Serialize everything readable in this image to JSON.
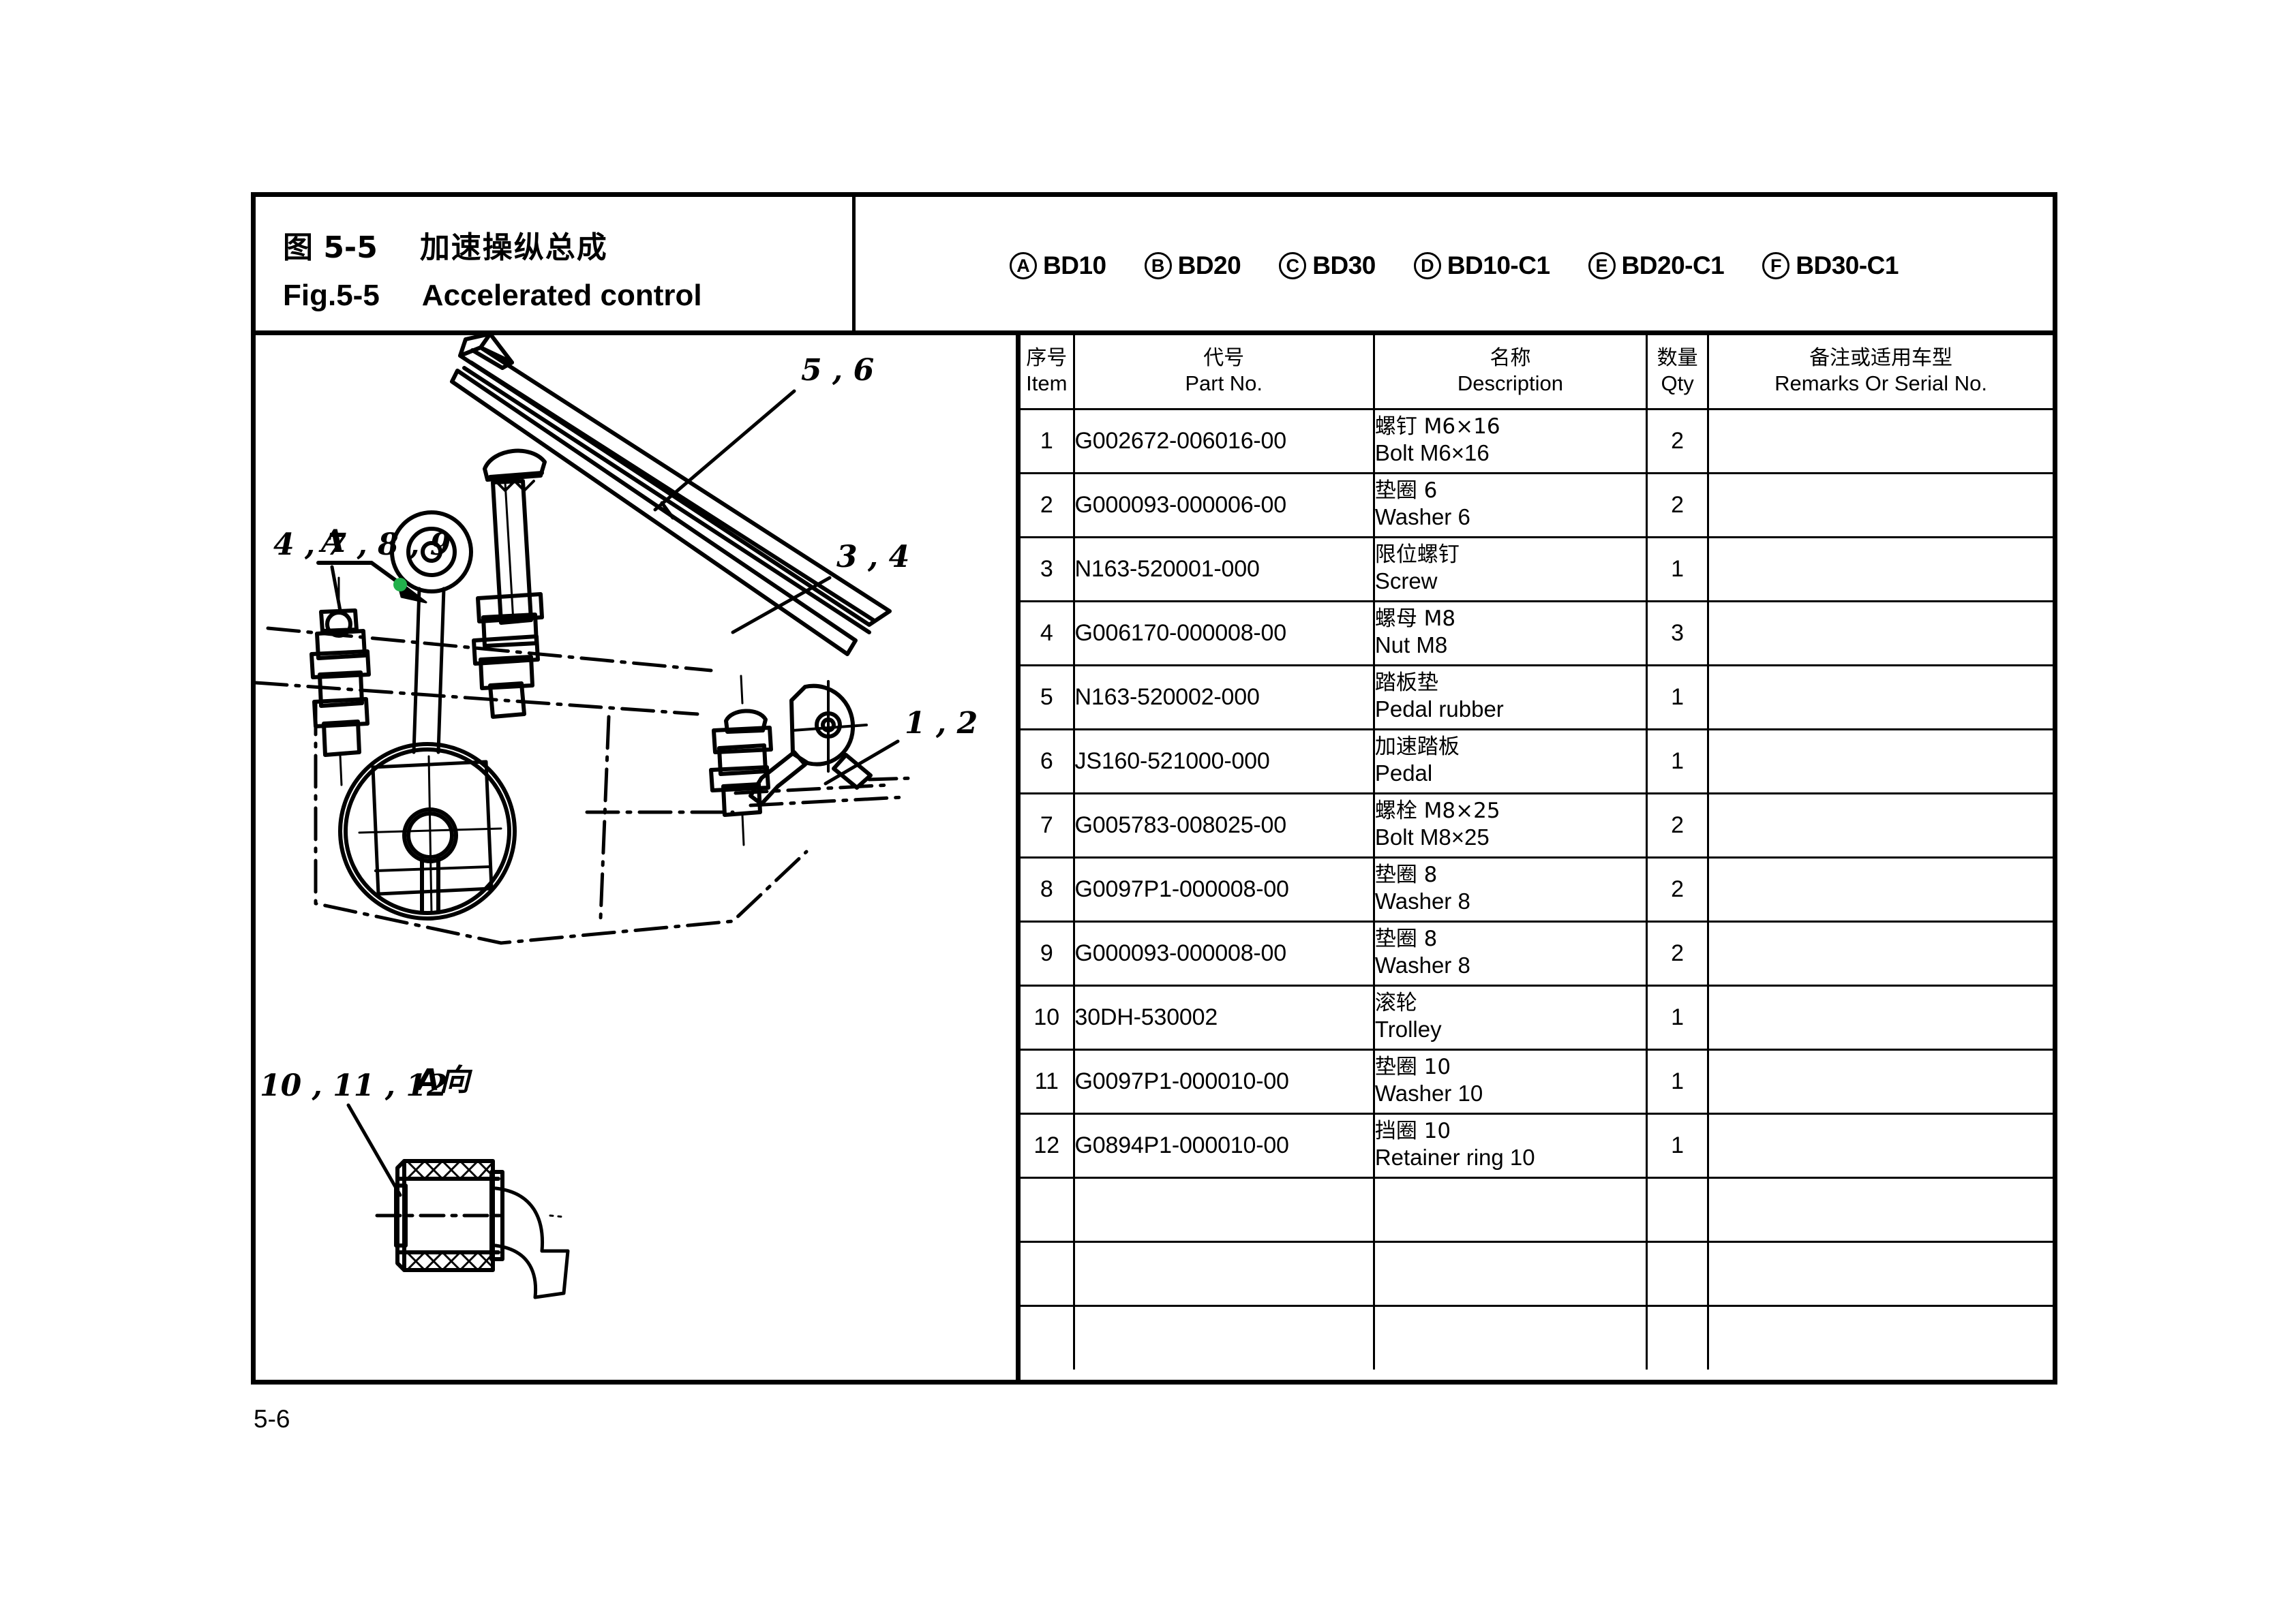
{
  "figure": {
    "cn_tag": "图 5-5",
    "cn_title": "加速操纵总成",
    "en_tag": "Fig.5-5",
    "en_title": "Accelerated control"
  },
  "models": [
    {
      "mark": "A",
      "label": "BD10"
    },
    {
      "mark": "B",
      "label": "BD20"
    },
    {
      "mark": "C",
      "label": "BD30"
    },
    {
      "mark": "D",
      "label": "BD10-C1"
    },
    {
      "mark": "E",
      "label": "BD20-C1"
    },
    {
      "mark": "F",
      "label": "BD30-C1"
    }
  ],
  "table": {
    "headers": [
      {
        "cn": "序号",
        "en": "Item"
      },
      {
        "cn": "代号",
        "en": "Part No."
      },
      {
        "cn": "名称",
        "en": "Description"
      },
      {
        "cn": "数量",
        "en": "Qty"
      },
      {
        "cn": "备注或适用车型",
        "en": "Remarks Or Serial No."
      }
    ],
    "rows": [
      {
        "item": "1",
        "part": "G002672-006016-00",
        "desc_cn": "螺钉 M6×16",
        "desc_en": "Bolt M6×16",
        "qty": "2",
        "remarks": ""
      },
      {
        "item": "2",
        "part": "G000093-000006-00",
        "desc_cn": "垫圈 6",
        "desc_en": "Washer 6",
        "qty": "2",
        "remarks": ""
      },
      {
        "item": "3",
        "part": "N163-520001-000",
        "desc_cn": "限位螺钉",
        "desc_en": "Screw",
        "qty": "1",
        "remarks": ""
      },
      {
        "item": "4",
        "part": "G006170-000008-00",
        "desc_cn": "螺母 M8",
        "desc_en": "Nut M8",
        "qty": "3",
        "remarks": ""
      },
      {
        "item": "5",
        "part": "N163-520002-000",
        "desc_cn": "踏板垫",
        "desc_en": "Pedal rubber",
        "qty": "1",
        "remarks": ""
      },
      {
        "item": "6",
        "part": "JS160-521000-000",
        "desc_cn": "加速踏板",
        "desc_en": "Pedal",
        "qty": "1",
        "remarks": ""
      },
      {
        "item": "7",
        "part": "G005783-008025-00",
        "desc_cn": "螺栓 M8×25",
        "desc_en": "Bolt M8×25",
        "qty": "2",
        "remarks": ""
      },
      {
        "item": "8",
        "part": "G0097P1-000008-00",
        "desc_cn": "垫圈 8",
        "desc_en": "Washer 8",
        "qty": "2",
        "remarks": ""
      },
      {
        "item": "9",
        "part": "G000093-000008-00",
        "desc_cn": "垫圈 8",
        "desc_en": "Washer 8",
        "qty": "2",
        "remarks": ""
      },
      {
        "item": "10",
        "part": "30DH-530002",
        "desc_cn": "滚轮",
        "desc_en": "Trolley",
        "qty": "1",
        "remarks": ""
      },
      {
        "item": "11",
        "part": "G0097P1-000010-00",
        "desc_cn": "垫圈 10",
        "desc_en": "Washer 10",
        "qty": "1",
        "remarks": ""
      },
      {
        "item": "12",
        "part": "G0894P1-000010-00",
        "desc_cn": "挡圈 10",
        "desc_en": "Retainer ring 10",
        "qty": "1",
        "remarks": ""
      }
    ],
    "blank_row_count": 3
  },
  "drawing": {
    "callouts": [
      {
        "id": "callout-5-6",
        "text": "5 , 6"
      },
      {
        "id": "callout-3-4",
        "text": "3 , 4"
      },
      {
        "id": "callout-4-7-8-9",
        "text": "4 , 7 , 8 , 9"
      },
      {
        "id": "callout-1-2",
        "text": "1 , 2"
      },
      {
        "id": "callout-10-11-12",
        "text": "10 , 11 , 12"
      }
    ],
    "view_arrow_label": "A",
    "detail_view_label": "A向",
    "arrow_marker_color": "#22b14c"
  },
  "page_number": "5-6"
}
